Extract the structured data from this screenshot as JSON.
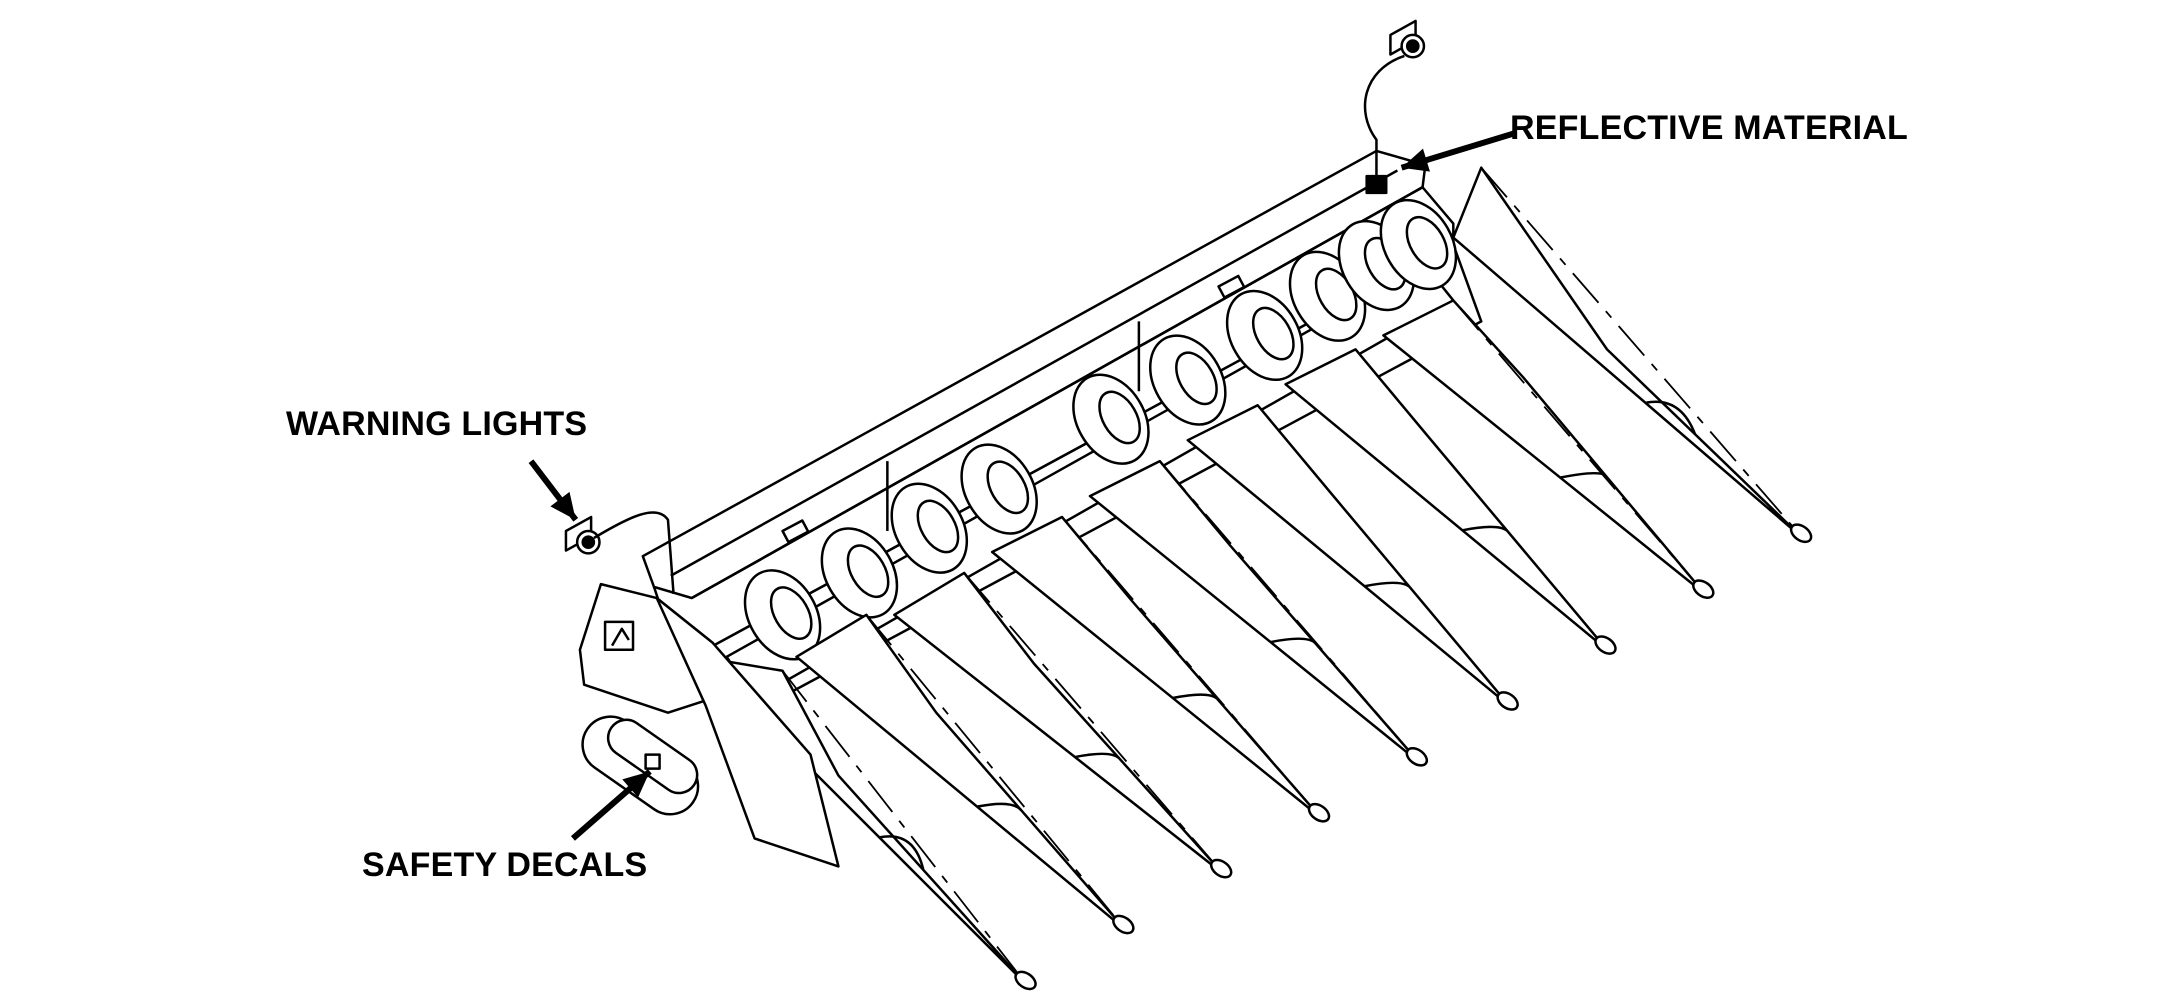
{
  "callouts": {
    "warning_lights": "WARNING LIGHTS",
    "reflective_material": "REFLECTIVE MATERIAL",
    "safety_decals": "SAFETY DECALS"
  },
  "colors": {
    "ink": "#000000",
    "fill": "#ffffff"
  }
}
